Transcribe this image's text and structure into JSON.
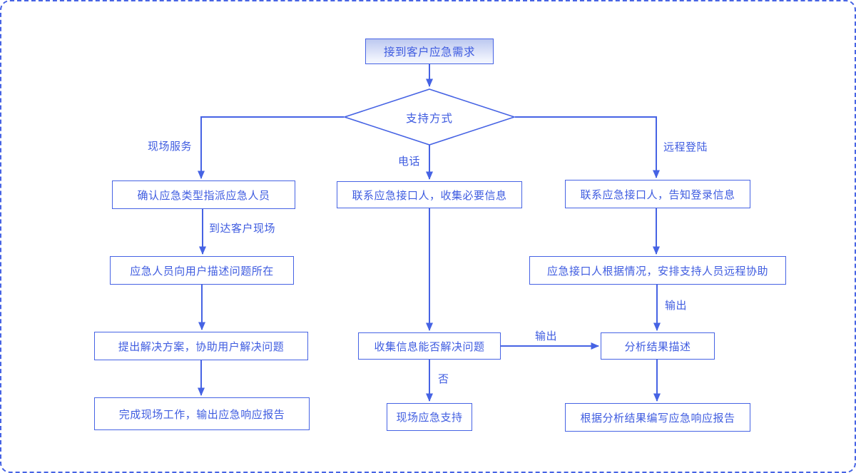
{
  "colors": {
    "line": "#4663e4",
    "text": "#3f5ce0",
    "box_bg": "#ffffff",
    "start_fill_top": "#bcc8f0",
    "start_fill_bottom": "#f1f4fd",
    "canvas_bg": "#ffffff"
  },
  "diagram": {
    "nodes": {
      "start": "接到客户应急需求",
      "decision": "支持方式",
      "onsite_1": "确认应急类型指派应急人员",
      "onsite_2": "应急人员向用户描述问题所在",
      "onsite_3": "提出解决方案，协助用户解决问题",
      "onsite_4": "完成现场工作，输出应急响应报告",
      "phone_1": "联系应急接口人，收集必要信息",
      "phone_2": "收集信息能否解决问题",
      "phone_3": "现场应急支持",
      "remote_1": "联系应急接口人，告知登录信息",
      "remote_2": "应急接口人根据情况，安排支持人员远程协助",
      "remote_3": "分析结果描述",
      "remote_4": "根据分析结果编写应急响应报告"
    },
    "edge_labels": {
      "onsite_branch": "现场服务",
      "phone_branch": "电话",
      "remote_branch": "远程登陆",
      "arrive_site": "到达客户现场",
      "no": "否",
      "output_to_analysis": "输出",
      "output_remote": "输出"
    }
  }
}
